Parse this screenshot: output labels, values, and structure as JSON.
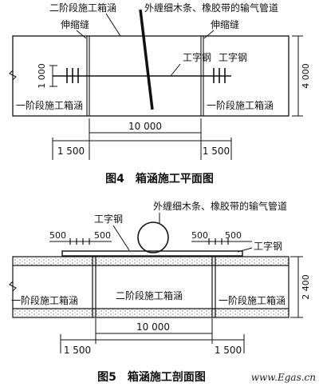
{
  "plan": {
    "label_stage2_box": "二阶段施工箱涵",
    "label_pipe": "外缠细木条、橡胶带的输气管道",
    "label_joint_left": "伸缩缝",
    "label_joint_right": "伸缩缝",
    "label_ibeam": "工字钢",
    "label_stage1_left": "一阶段施工箱涵",
    "label_stage1_right": "一阶段施工箱涵",
    "dim_1000": "1 000",
    "dim_4000": "4 000",
    "dim_10000": "10 000",
    "dim_1500_left": "1 500",
    "dim_1500_right": "1 500",
    "caption": "图4　箱涵施工平面图"
  },
  "section": {
    "label_pipe": "外缠细木条、橡胶带的输气管道",
    "label_ibeam_top": "工字钢",
    "label_ibeam_right": "工字钢",
    "dim_500_a": "500",
    "dim_500_b": "500",
    "dim_500_c": "500",
    "dim_500_d": "500",
    "label_stage1_left": "一阶段施工箱涵",
    "label_stage2": "二阶段施工箱涵",
    "label_stage1_right": "一阶段施工箱涵",
    "dim_2400": "2 400",
    "dim_10000": "10 000",
    "dim_1500_left": "1 500",
    "dim_1500_right": "1 500",
    "caption": "图5　箱涵施工剖面图"
  },
  "watermark": "www.Egas.cn"
}
